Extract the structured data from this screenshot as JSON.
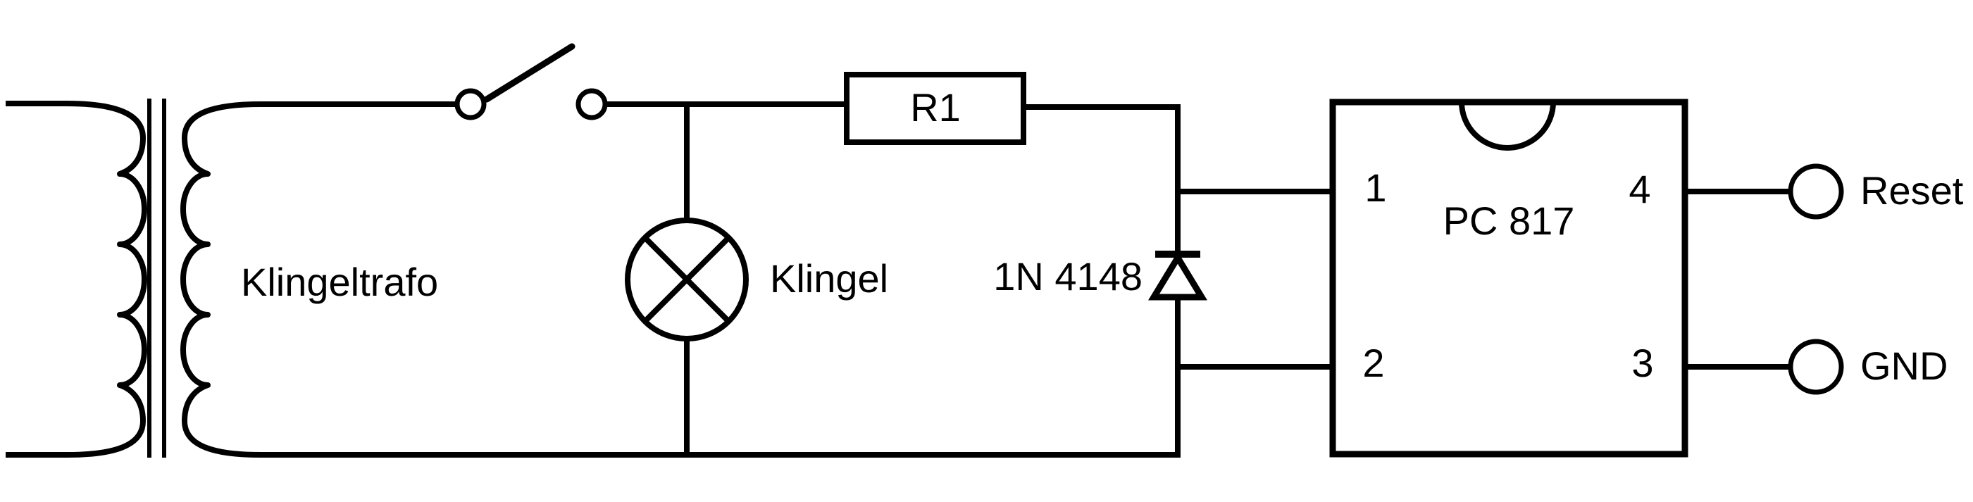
{
  "schematic": {
    "background_color": "#ffffff",
    "stroke_color": "#000000",
    "transformer": {
      "label": "Klingeltrafo"
    },
    "bell": {
      "label": "Klingel"
    },
    "resistor": {
      "label": "R1"
    },
    "diode": {
      "label": "1N 4148"
    },
    "optocoupler": {
      "label": "PC 817",
      "pin1": "1",
      "pin2": "2",
      "pin3": "3",
      "pin4": "4"
    },
    "terminal_reset": {
      "label": "Reset"
    },
    "terminal_gnd": {
      "label": "GND"
    }
  }
}
